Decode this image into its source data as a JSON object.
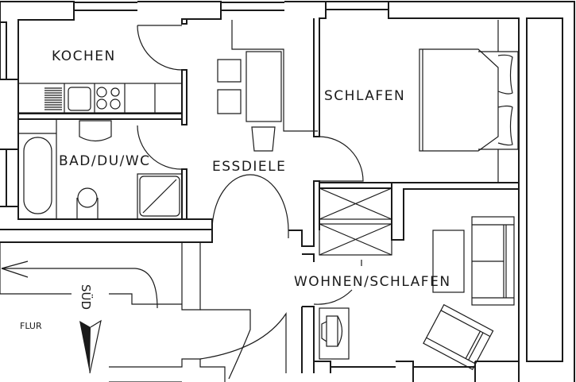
{
  "plan": {
    "rooms": {
      "kitchen": "KOCHEN",
      "bath": "BAD/DU/WC",
      "dining_hall": "ESSDIELE",
      "bedroom": "SCHLAFEN",
      "living_bedroom": "WOHNEN/SCHLAFEN",
      "hallway": "FLUR"
    },
    "compass": "SÜD",
    "line_color": "#1a1a1a"
  }
}
